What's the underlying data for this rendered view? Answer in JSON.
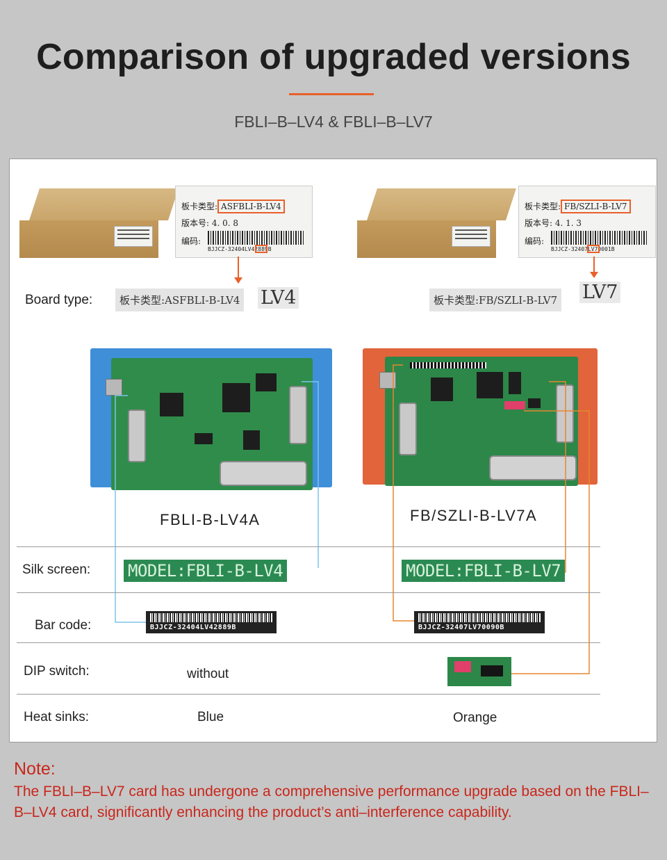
{
  "header": {
    "title": "Comparison of upgraded versions",
    "subtitle": "FBLI–B–LV4 & FBLI–B–LV7"
  },
  "colors": {
    "accent": "#e8602a",
    "note": "#c8261b",
    "lv4_heatsink": "#3f8fd8",
    "lv7_heatsink": "#e2643a",
    "connector_blue": "#7cc3ea",
    "connector_orange": "#e8862f"
  },
  "labels": {
    "lv4": {
      "board_type_line": "板卡类型:",
      "board_type_value": "ASFBLI-B-LV4",
      "version_line": "版本号: 4. 0. 8",
      "code_line": "编码:",
      "barcode_text": "BJJCZ-32404LV42889B"
    },
    "lv7": {
      "board_type_line": "板卡类型:",
      "board_type_value": "FB/SZLI-B-LV7",
      "version_line": "版本号: 4. 1. 3",
      "code_line": "编码:",
      "barcode_text": "BJJCZ-32407LV70001B"
    }
  },
  "rows": {
    "board_type": {
      "label": "Board type:",
      "lv4_chip": "板卡类型:ASFBLI-B-LV4",
      "lv4_short": "LV4",
      "lv7_chip": "板卡类型:FB/SZLI-B-LV7",
      "lv7_short": "LV7"
    },
    "board_names": {
      "lv4": "FBLI-B-LV4A",
      "lv7": "FB/SZLI-B-LV7A"
    },
    "silk_screen": {
      "label": "Silk screen:",
      "lv4": "MODEL:FBLI-B-LV4",
      "lv7": "MODEL:FBLI-B-LV7"
    },
    "bar_code": {
      "label": "Bar code:",
      "lv4": "BJJCZ-32404LV42889B",
      "lv7": "BJJCZ-32407LV70090B"
    },
    "dip_switch": {
      "label": "DIP switch:",
      "lv4": "without"
    },
    "heat_sinks": {
      "label": "Heat sinks:",
      "lv4": "Blue",
      "lv7": "Orange"
    }
  },
  "note": {
    "title": "Note:",
    "body": "The FBLI–B–LV7 card has undergone a comprehensive performance upgrade based on the FBLI–B–LV4 card, significantly enhancing the product’s anti–interference capability."
  }
}
